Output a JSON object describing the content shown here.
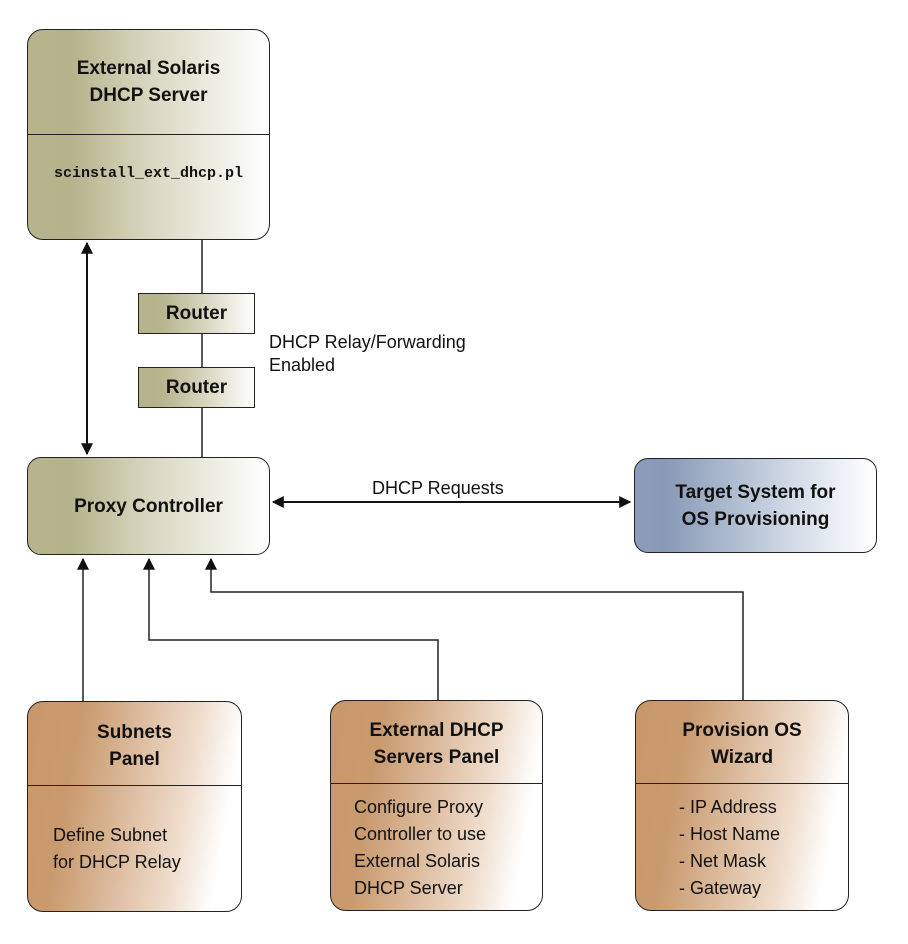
{
  "nodes": {
    "ext_solaris": {
      "title": "External Solaris DHCP Server",
      "title_lines": [
        "External Solaris",
        "DHCP Server"
      ],
      "body": "scinstall_ext_dhcp.pl"
    },
    "router_1": {
      "label": "Router"
    },
    "router_2": {
      "label": "Router"
    },
    "proxy": {
      "title": "Proxy Controller"
    },
    "target": {
      "title_lines": [
        "Target System for",
        "OS Provisioning"
      ]
    },
    "subnets_panel": {
      "title_lines": [
        "Subnets",
        "Panel"
      ],
      "body_lines": [
        "Define Subnet",
        "for DHCP Relay"
      ]
    },
    "ext_dhcp_panel": {
      "title_lines": [
        "External DHCP",
        "Servers Panel"
      ],
      "body_lines": [
        "Configure Proxy",
        "Controller to use",
        "External Solaris",
        "DHCP Server"
      ]
    },
    "provision_wizard": {
      "title_lines": [
        "Provision OS",
        "Wizard"
      ],
      "body_lines": [
        "- IP Address",
        "- Host Name",
        "- Net Mask",
        "- Gateway"
      ]
    }
  },
  "edge_labels": {
    "relay_lines": [
      "DHCP Relay/Forwarding",
      "Enabled"
    ],
    "dhcp_requests": "DHCP Requests"
  },
  "colors": {
    "olive": "#b5b38b",
    "blue": "#8799b6",
    "tan": "#c8986b",
    "stroke": "#222222"
  }
}
